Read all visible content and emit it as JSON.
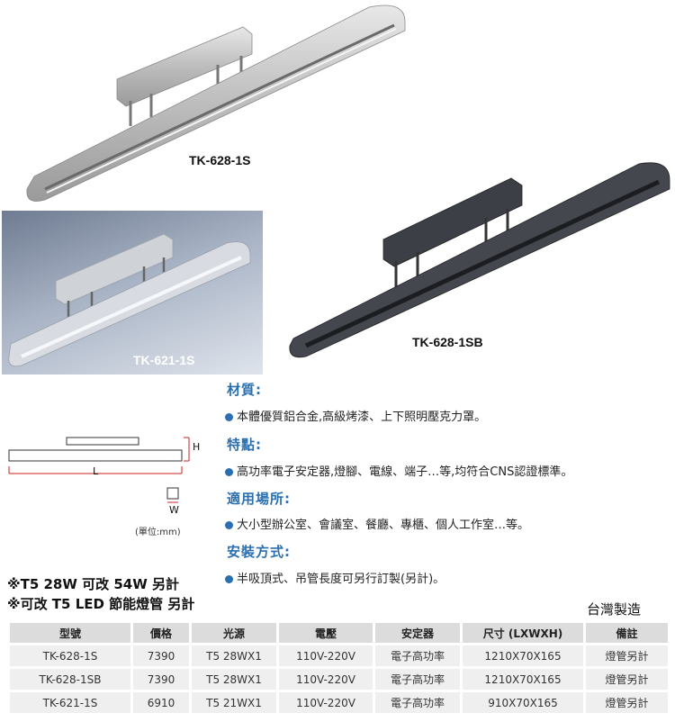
{
  "products": {
    "top": {
      "model": "TK-628-1S"
    },
    "left": {
      "model": "TK-621-1S"
    },
    "right": {
      "model": "TK-628-1SB"
    }
  },
  "diagram": {
    "h_label": "H",
    "l_label": "L",
    "w_label": "W",
    "unit": "(單位:mm)"
  },
  "sections": {
    "material": {
      "title": "材質:",
      "text": "本體優質鋁合金,高級烤漆、上下照明壓克力罩。"
    },
    "features": {
      "title": "特點:",
      "text": "高功率電子安定器,燈腳、電線、端子…等,均符合CNS認證標準。"
    },
    "places": {
      "title": "適用場所:",
      "text": "大小型辦公室、會議室、餐廳、專櫃、個人工作室…等。"
    },
    "install": {
      "title": "安裝方式:",
      "text": "半吸頂式、吊管長度可另行訂製(另計)。"
    }
  },
  "notes": {
    "line1": "※T5 28W 可改 54W 另計",
    "line2": "※可改 T5 LED 節能燈管 另計"
  },
  "made_in": "台灣製造",
  "table": {
    "headers": [
      "型號",
      "價格",
      "光源",
      "電壓",
      "安定器",
      "尺寸 (LXWXH)",
      "備註"
    ],
    "rows": [
      [
        "TK-628-1S",
        "7390",
        "T5 28WX1",
        "110V-220V",
        "電子高功率",
        "1210X70X165",
        "燈管另計"
      ],
      [
        "TK-628-1SB",
        "7390",
        "T5 28WX1",
        "110V-220V",
        "電子高功率",
        "1210X70X165",
        "燈管另計"
      ],
      [
        "TK-621-1S",
        "6910",
        "T5 21WX1",
        "110V-220V",
        "電子高功率",
        "910X70X165",
        "燈管另計"
      ]
    ]
  },
  "colors": {
    "accent": "#2a6fb0",
    "diagram_red": "#cc2222"
  }
}
